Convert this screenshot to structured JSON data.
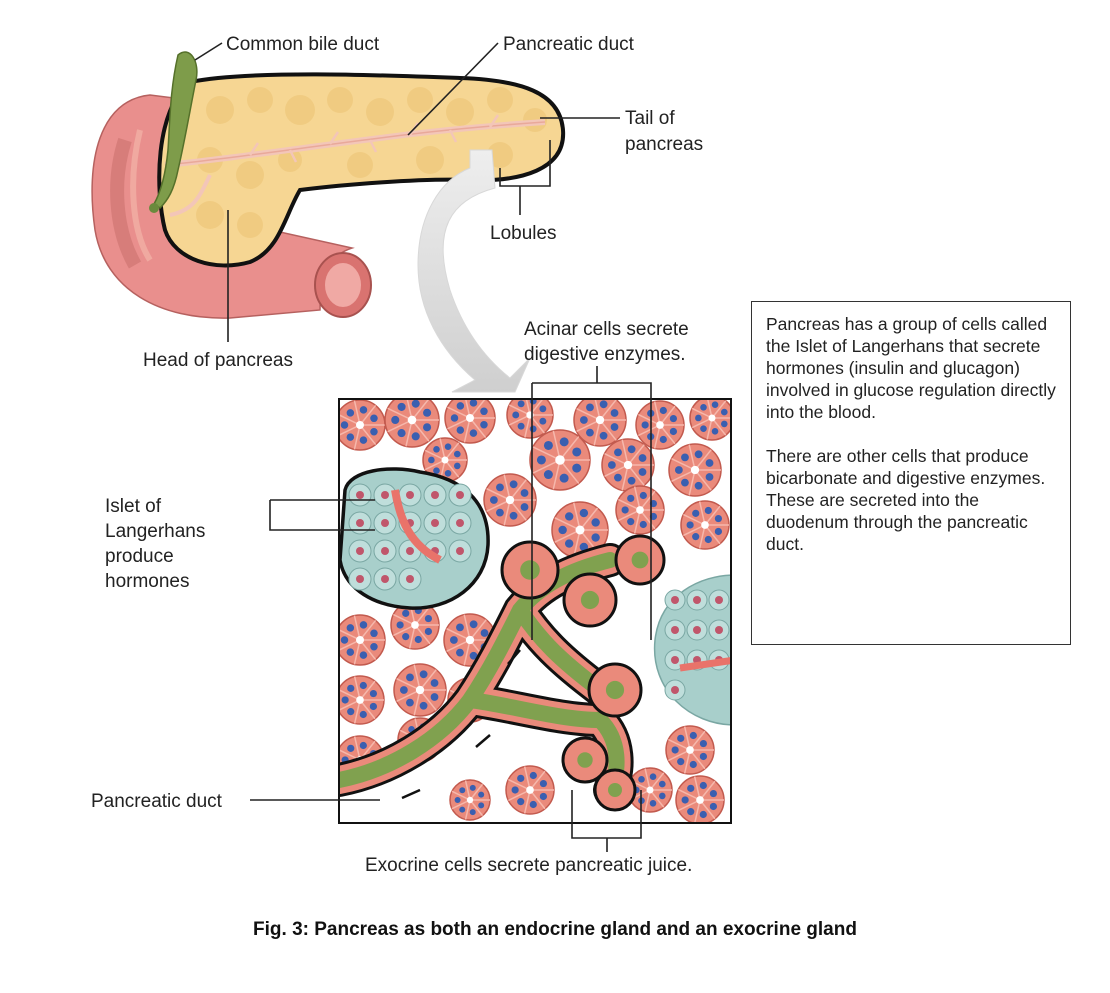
{
  "labels": {
    "common_bile_duct": "Common bile duct",
    "pancreatic_duct_top": "Pancreatic duct",
    "tail_line1": "Tail of",
    "tail_line2": "pancreas",
    "lobules": "Lobules",
    "head_of_pancreas": "Head of pancreas",
    "acinar_line1": "Acinar cells secrete",
    "acinar_line2": "digestive enzymes.",
    "islet_line1": "Islet of",
    "islet_line2": "Langerhans",
    "islet_line3": "produce",
    "islet_line4": "hormones",
    "pancreatic_duct_bottom": "Pancreatic duct",
    "exocrine": "Exocrine cells secrete pancreatic juice."
  },
  "info_box": {
    "paragraph1": "Pancreas has a group of cells called the Islet of Langerhans that secrete hormones (insulin and glucagon) involved in glucose regulation directly into the blood.",
    "paragraph2": "There are other cells that produce bicarbonate and digestive enzymes. These are secreted into the duodenum through the pancreatic duct."
  },
  "caption": "Fig. 3: Pancreas as both an endocrine gland and an exocrine gland",
  "colors": {
    "pancreas": "#f6d693",
    "duodenum": "#e98f8d",
    "bile_duct": "#7e9c4a",
    "acinar": "#ea8a7b",
    "nucleus": "#3a5fb0",
    "islet": "#a8cfcb",
    "duct_green": "#80a14f"
  }
}
